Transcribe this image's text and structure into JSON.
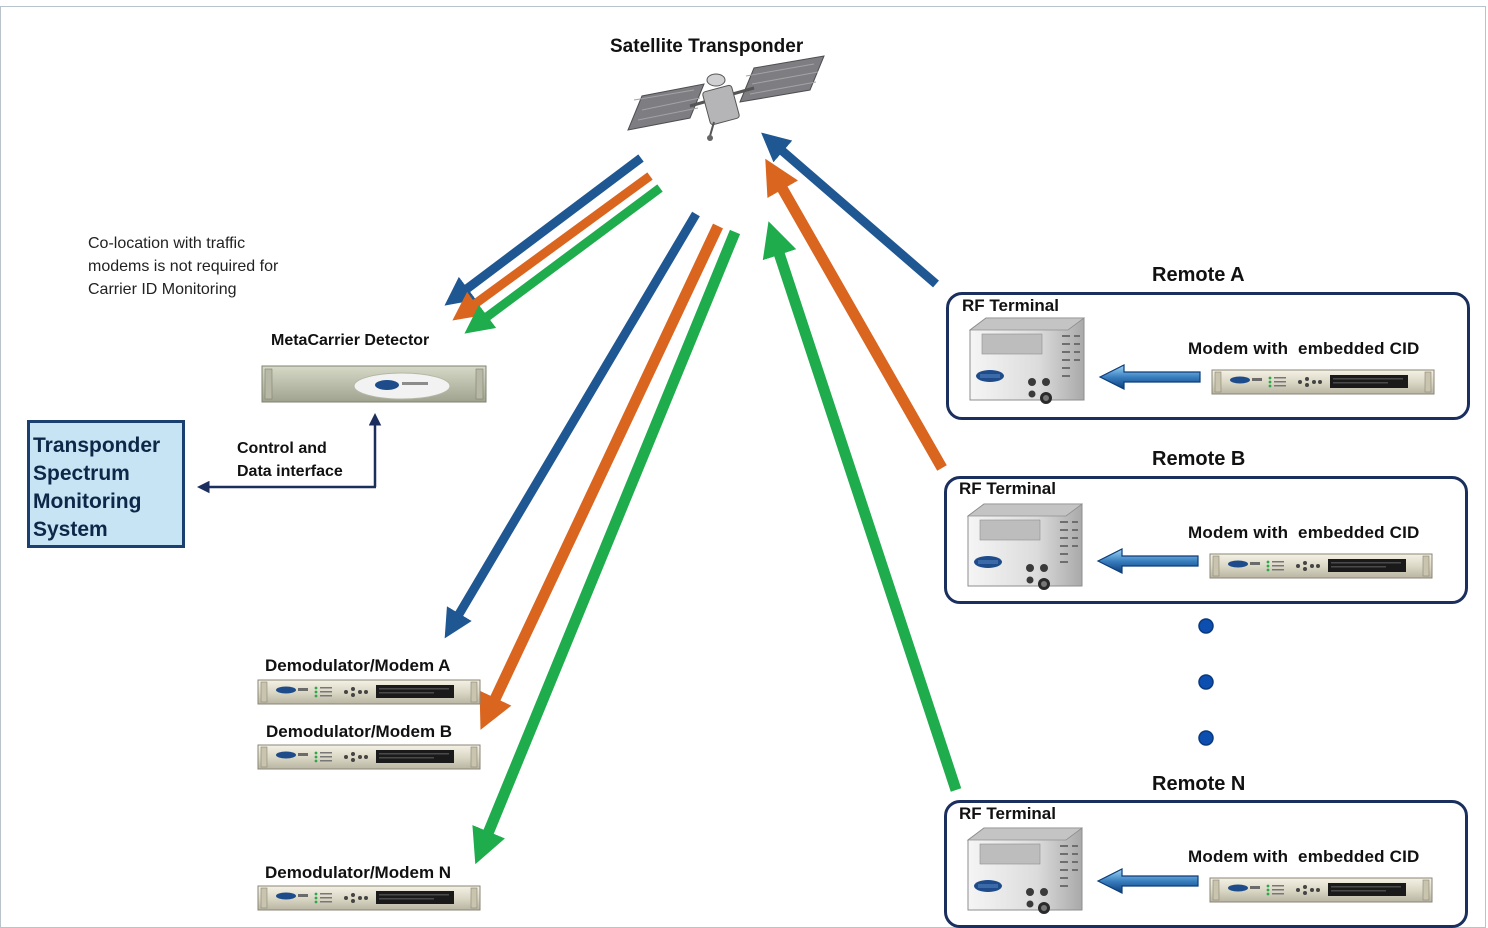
{
  "satellite": {
    "label": "Satellite Transponder"
  },
  "note": {
    "lines": [
      "Co-location with traffic",
      "modems is not required for",
      "Carrier ID Monitoring"
    ]
  },
  "detector": {
    "label": "MetaCarrier Detector"
  },
  "control": {
    "lines": [
      "Control and",
      "Data interface"
    ]
  },
  "tsms": {
    "lines": [
      "Transponder",
      "Spectrum",
      "Monitoring",
      "System"
    ]
  },
  "demodulators": [
    {
      "label": "Demodulator/Modem A"
    },
    {
      "label": "Demodulator/Modem B"
    },
    {
      "label": "Demodulator/Modem N"
    }
  ],
  "remotes": [
    {
      "title": "Remote A",
      "rf_label": "RF Terminal",
      "modem_label": "Modem with  embedded CID"
    },
    {
      "title": "Remote B",
      "rf_label": "RF Terminal",
      "modem_label": "Modem with  embedded CID"
    },
    {
      "title": "Remote N",
      "rf_label": "RF Terminal",
      "modem_label": "Modem with  embedded CID"
    }
  ],
  "colors": {
    "blue_arrow": "#1f5792",
    "orange_arrow": "#d9651f",
    "green_arrow": "#1fac4c",
    "navy": "#1b2f5e",
    "tsms_fill": "#c6e4f3"
  },
  "icons": [
    "satellite-icon",
    "rack-unit-icon",
    "rf-terminal-icon",
    "ellipsis-dot-icon"
  ]
}
